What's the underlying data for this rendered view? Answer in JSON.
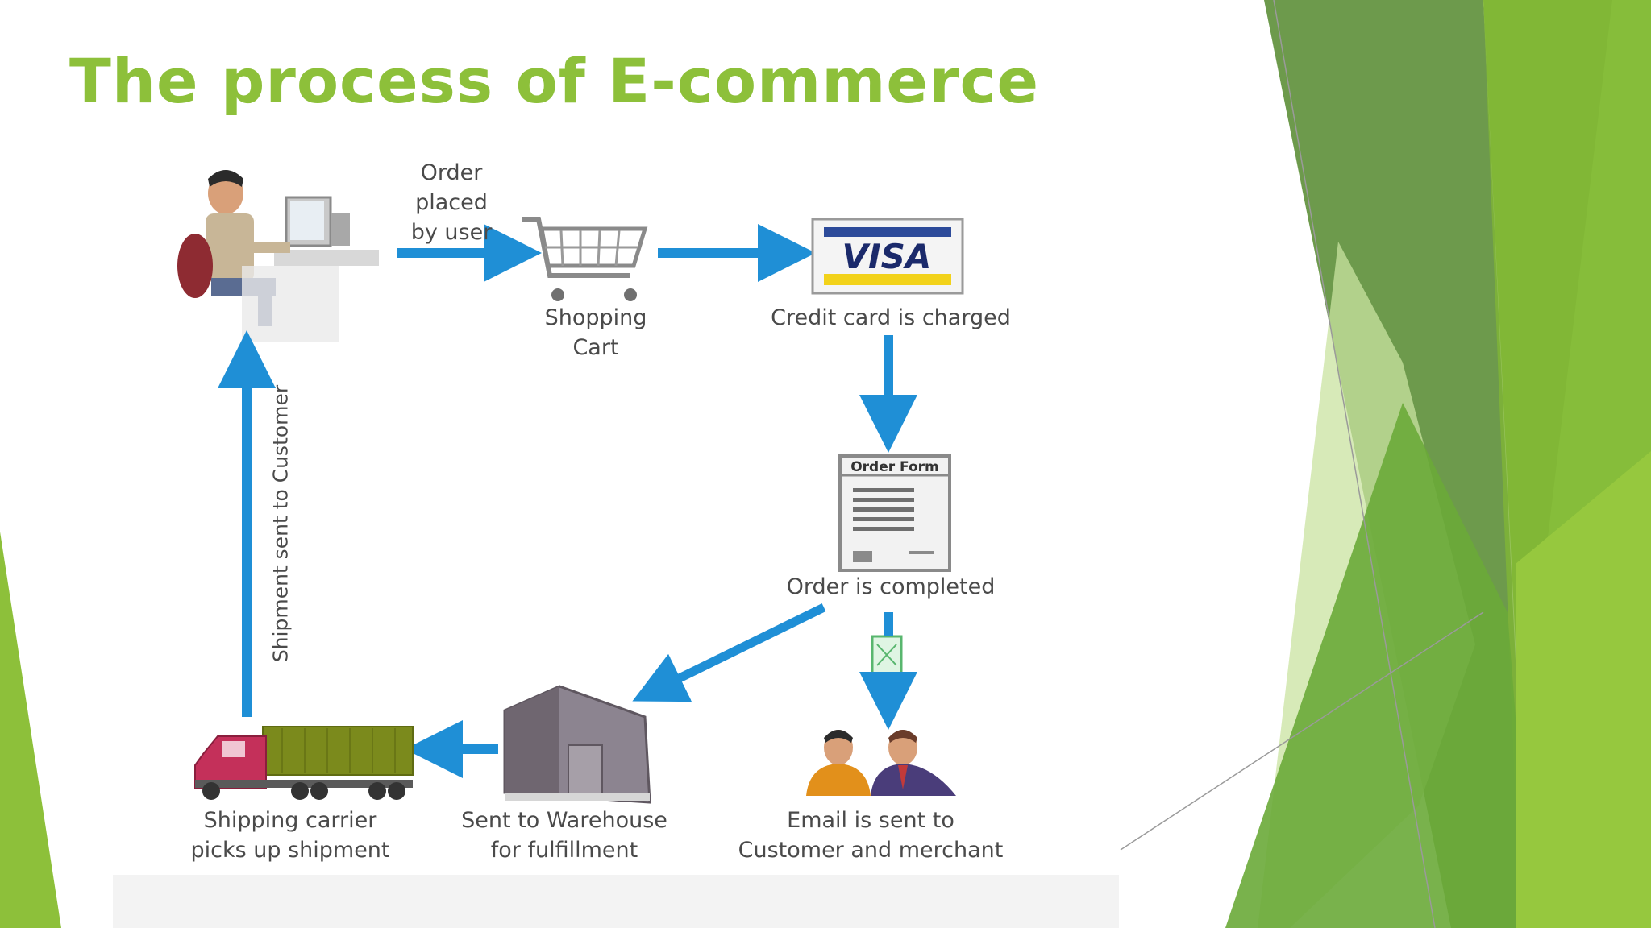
{
  "slide": {
    "title": "The process of E-commerce"
  },
  "diagram": {
    "order_placed_label": [
      "Order",
      "placed",
      "by user"
    ],
    "shopping_cart_label": [
      "Shopping",
      "Cart"
    ],
    "credit_card_label": "Credit card is charged",
    "visa_text": "VISA",
    "order_form_title": "Order Form",
    "order_completed_label": "Order is completed",
    "email_label": [
      "Email is sent to",
      "Customer and merchant"
    ],
    "warehouse_label": [
      "Sent to Warehouse",
      "for fulfillment"
    ],
    "shipping_label": [
      "Shipping carrier",
      "picks up shipment"
    ],
    "shipment_sent_label": "Shipment sent to Customer"
  },
  "colors": {
    "title": "#8dc03a",
    "arrow": "#1f8fd6",
    "accent_green_light": "#8dc03a",
    "accent_green_dark": "#5f9a3c"
  }
}
